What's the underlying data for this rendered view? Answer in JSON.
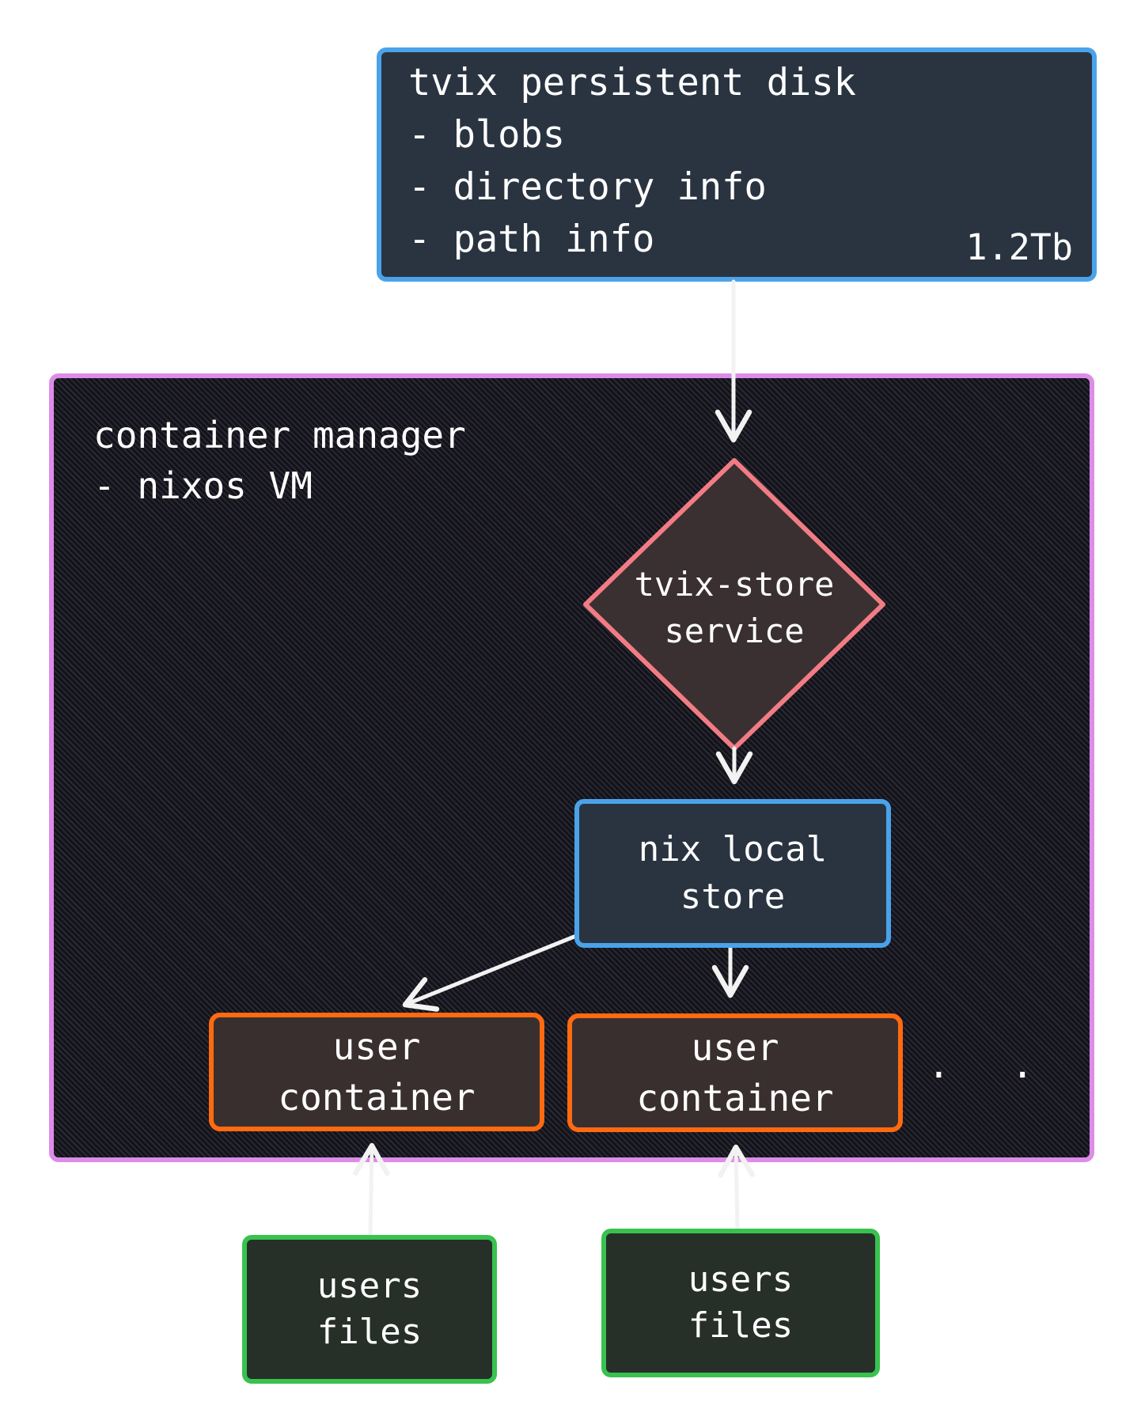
{
  "disk": {
    "lines": [
      "tvix persistent disk",
      "- blobs",
      "- directory info",
      "- path info"
    ],
    "size": "1.2Tb"
  },
  "vm": {
    "lines": [
      "container manager",
      "- nixos VM"
    ]
  },
  "service": {
    "lines": [
      "tvix-store",
      "service"
    ]
  },
  "store": {
    "lines": [
      "nix local",
      "store"
    ]
  },
  "containers": [
    {
      "lines": [
        "user",
        "container"
      ]
    },
    {
      "lines": [
        "user",
        "container"
      ]
    }
  ],
  "ellipsis": ". . .",
  "files": [
    {
      "lines": [
        "users",
        "files"
      ]
    },
    {
      "lines": [
        "users",
        "files"
      ]
    }
  ],
  "colors": {
    "disk_border": "#4aa3ea",
    "vm_border": "#dd8ce8",
    "service_border": "#f27c84",
    "container_border": "#ff6a10",
    "files_border": "#38c24e",
    "arrow": "#f2f2f2"
  }
}
